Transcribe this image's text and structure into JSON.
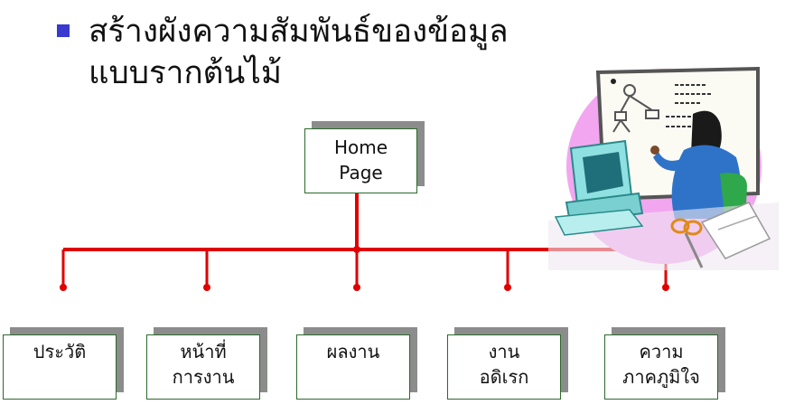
{
  "title": {
    "line1": "สร้างผังความสัมพันธ์ของข้อมูล",
    "line2": "แบบรากต้นไม้"
  },
  "root": {
    "line1": "Home",
    "line2": "Page"
  },
  "children": [
    {
      "line1": "ประวัติ",
      "line2": ""
    },
    {
      "line1": "หน้าที่",
      "line2": "การงาน"
    },
    {
      "line1": "ผลงาน",
      "line2": ""
    },
    {
      "line1": "งาน",
      "line2": "อดิเรก"
    },
    {
      "line1": "ความ",
      "line2": "ภาคภูมิใจ"
    }
  ],
  "colors": {
    "connector": "#e00000",
    "bullet": "#3a3ad0",
    "box_border": "#2a6a2a",
    "box_shadow": "#8c8c8c",
    "clipart_backdrop": "#f3a6f0"
  },
  "icons": {
    "bullet": "square-bullet-icon",
    "clipart": "presenter-at-whiteboard-clipart"
  }
}
